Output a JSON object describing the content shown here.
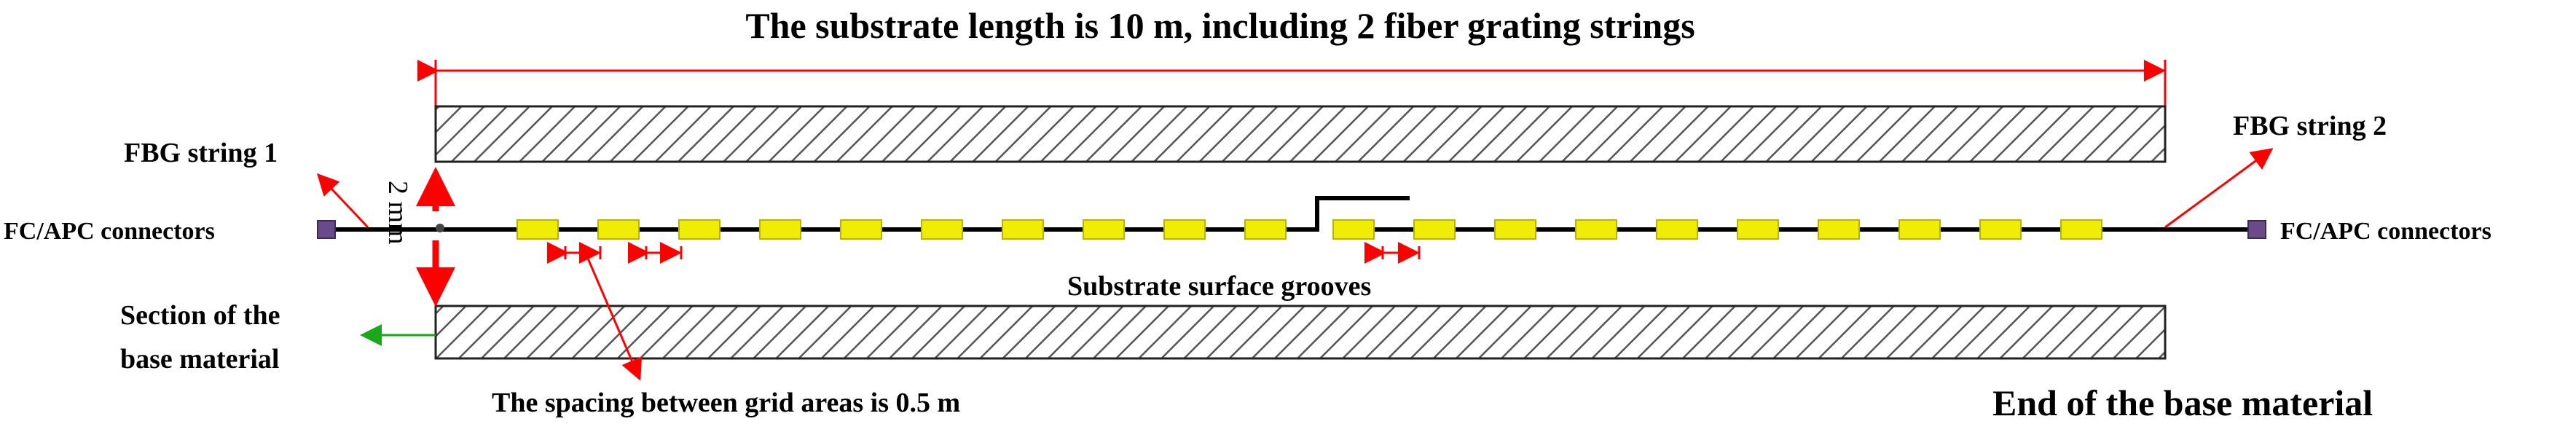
{
  "title": "The substrate length is 10 m, including 2 fiber grating strings",
  "labels": {
    "fbg_string_1": "FBG string 1",
    "fbg_string_2": "FBG string 2",
    "connector_left": "FC/APC connectors",
    "connector_right": "FC/APC connectors",
    "section_line1": "Section of the",
    "section_line2": "base material",
    "spacing": "The spacing between grid areas is 0.5 m",
    "grooves": "Substrate surface grooves",
    "end_material": "End of the base material",
    "thickness": "2 mm"
  },
  "gratings": {
    "string_1_count": 10,
    "string_2_count": 10
  },
  "colors": {
    "grating": "#f0ec05",
    "connector": "#6b4a8c",
    "dimension_red": "#ff0000",
    "section_arrow": "#1aa81a",
    "hatch_line": "#555555",
    "fiber": "#000000"
  }
}
